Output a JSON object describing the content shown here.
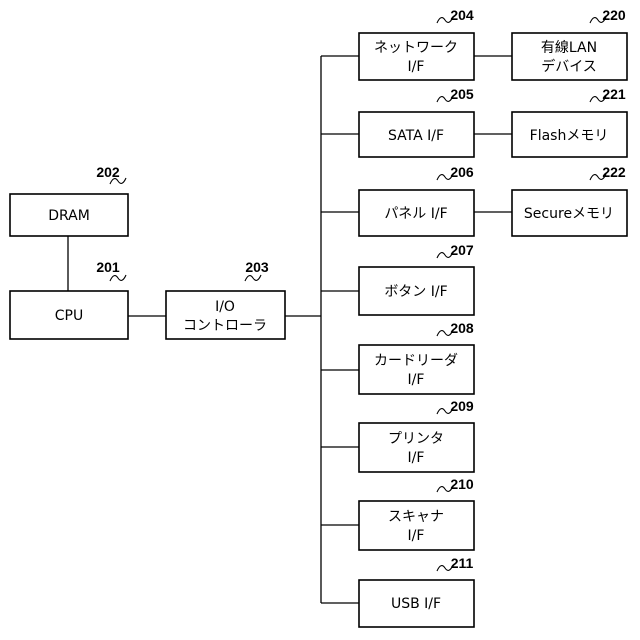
{
  "blocks": [
    {
      "id": "dram",
      "ref": "202",
      "lines": [
        "DRAM"
      ]
    },
    {
      "id": "cpu",
      "ref": "201",
      "lines": [
        "CPU"
      ]
    },
    {
      "id": "io",
      "ref": "203",
      "lines": [
        "I/O",
        "コントローラ"
      ]
    },
    {
      "id": "net",
      "ref": "204",
      "lines": [
        "ネットワーク",
        "I/F"
      ]
    },
    {
      "id": "sata",
      "ref": "205",
      "lines": [
        "SATA I/F"
      ]
    },
    {
      "id": "panel",
      "ref": "206",
      "lines": [
        "パネル I/F"
      ]
    },
    {
      "id": "button",
      "ref": "207",
      "lines": [
        "ボタン I/F"
      ]
    },
    {
      "id": "card",
      "ref": "208",
      "lines": [
        "カードリーダ",
        "I/F"
      ]
    },
    {
      "id": "printer",
      "ref": "209",
      "lines": [
        "プリンタ",
        "I/F"
      ]
    },
    {
      "id": "scanner",
      "ref": "210",
      "lines": [
        "スキャナ",
        "I/F"
      ]
    },
    {
      "id": "usb",
      "ref": "211",
      "lines": [
        "USB I/F"
      ]
    },
    {
      "id": "lan",
      "ref": "220",
      "lines": [
        "有線LAN",
        "デバイス"
      ]
    },
    {
      "id": "flash",
      "ref": "221",
      "lines": [
        "Flashメモリ"
      ]
    },
    {
      "id": "secure",
      "ref": "222",
      "lines": [
        "Secureメモリ"
      ]
    }
  ]
}
